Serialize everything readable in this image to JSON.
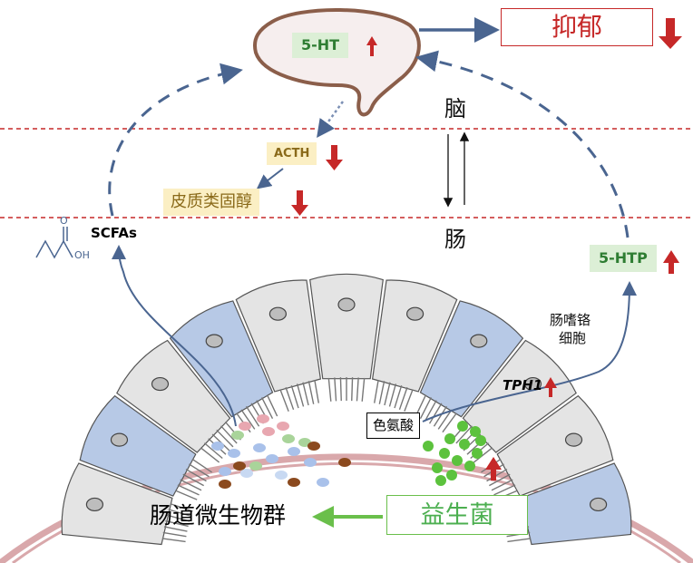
{
  "labels": {
    "serotonin_brain": "5-HT",
    "depression": "抑郁",
    "brain": "脑",
    "gut": "肠",
    "acth": "ACTH",
    "cortisol": "皮质类固醇",
    "scfas": "SCFAs",
    "oh": "OH",
    "htp": "5-HTP",
    "ec_cell_line1": "肠嗜铬",
    "ec_cell_line2": "细胞",
    "tph1": "TPH1",
    "tryptophan": "色氨酸",
    "microbiota": "肠道微生物群",
    "probiotics": "益生菌"
  },
  "colors": {
    "up_arrow": "#c62828",
    "down_arrow": "#c62828",
    "dashed_border": "#c62828",
    "flow_arrow": "#4a6590",
    "probiotic_arrow": "#6abf4b",
    "brain_outline": "#8b5e4a",
    "brain_fill": "#f6eeee",
    "goblet_cell": "#b7c9e6",
    "epithelial_cell": "#e4e4e4",
    "gut_wall": "#d9a8ab"
  },
  "icons": [
    "up-arrow-icon",
    "down-arrow-icon",
    "butyrate-structure-icon"
  ]
}
